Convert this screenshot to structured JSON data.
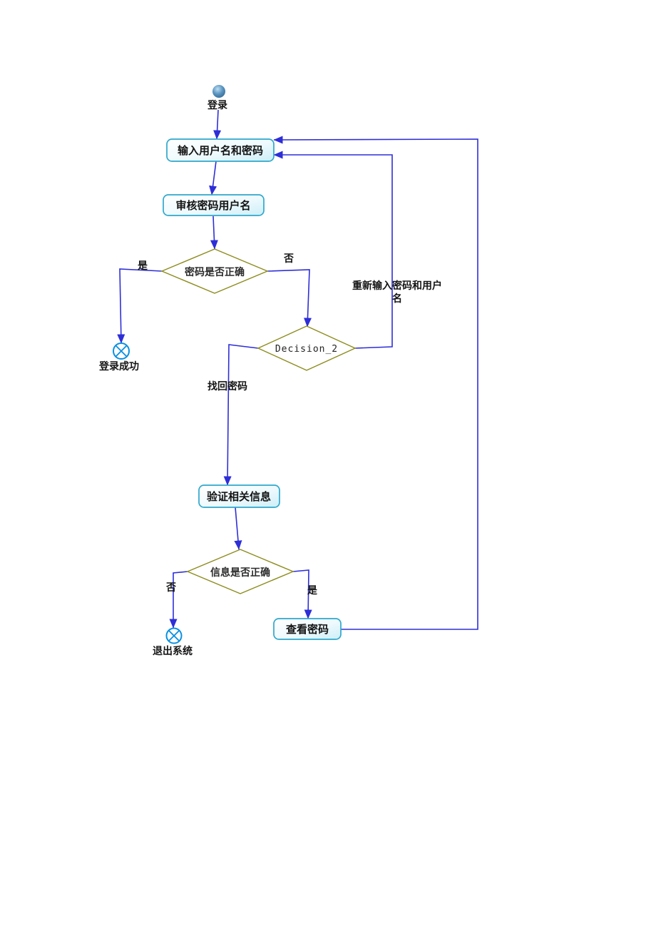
{
  "diagram": {
    "type": "uml-activity-flowchart",
    "nodes": {
      "start": {
        "label": "登录"
      },
      "input_credentials": {
        "label": "输入用户名和密码"
      },
      "check_credentials": {
        "label": "审核密码用户名"
      },
      "decision_password": {
        "label": "密码是否正确"
      },
      "end_success": {
        "label": "登录成功"
      },
      "decision_2": {
        "label": "Decision_2"
      },
      "verify_info": {
        "label": "验证相关信息"
      },
      "decision_info": {
        "label": "信息是否正确"
      },
      "end_exit": {
        "label": "退出系统"
      },
      "view_password": {
        "label": "查看密码"
      }
    },
    "edge_labels": {
      "yes1": "是",
      "no1": "否",
      "reenter_line1": "重新输入密码和用户",
      "reenter_line2": "名",
      "retrieve_password": "找回密码",
      "no2": "否",
      "yes2": "是"
    },
    "colors": {
      "edge": "#2e2ed8",
      "node_border": "#2fa8cc",
      "node_fill_light": "#cdeef7",
      "decision_border": "#8c8c1e",
      "end_node": "#0a90e0",
      "start_sphere": "#4d8cba",
      "text": "#141414"
    }
  }
}
